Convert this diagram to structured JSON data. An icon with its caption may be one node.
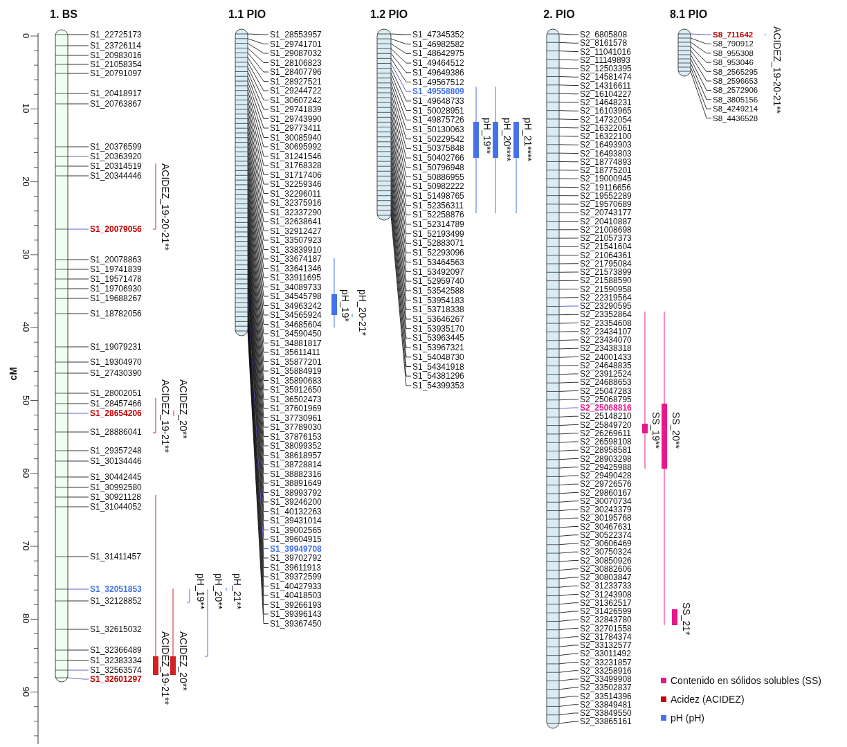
{
  "diagram": {
    "nodes": [
      {
        "text": [
          "1. BS"
        ]
      },
      {
        "text": [
          "S1_22725173"
        ]
      },
      {
        "text": [
          "S1_23726114"
        ]
      },
      {
        "text": [
          "S1_20983016"
        ]
      },
      {
        "text": [
          "S1_21058354"
        ]
      },
      {
        "text": [
          "S1_20791097"
        ]
      },
      {
        "text": [
          "S1_20418917"
        ]
      },
      {
        "text": [
          "S1_20763867"
        ]
      },
      {
        "text": [
          "S1_20376599"
        ]
      },
      {
        "text": [
          "S1_20363920"
        ]
      },
      {
        "text": [
          "S1_20314519"
        ]
      },
      {
        "text": [
          "S1_20344446"
        ]
      },
      {
        "text": [
          "S1_20079056"
        ]
      },
      {
        "text": [
          "S1_20078863"
        ]
      },
      {
        "text": [
          "S1_19741839"
        ]
      },
      {
        "text": [
          "S1_19571478"
        ]
      },
      {
        "text": [
          "S1_19706930"
        ]
      },
      {
        "text": [
          "S1_19688267"
        ]
      },
      {
        "text": [
          "S1_18782056"
        ]
      },
      {
        "text": [
          "S1_19079231"
        ]
      },
      {
        "text": [
          "S1_19304970"
        ]
      },
      {
        "text": [
          "S1_27430390"
        ]
      },
      {
        "text": [
          "S1_28002051"
        ]
      },
      {
        "text": [
          "S1_28457466"
        ]
      },
      {
        "text": [
          "S1_28654206"
        ]
      },
      {
        "text": [
          "S1_28886041"
        ]
      },
      {
        "text": [
          "S1_29357248"
        ]
      },
      {
        "text": [
          "S1_30134446"
        ]
      },
      {
        "text": [
          "S1_30442445"
        ]
      },
      {
        "text": [
          "S1_30992580"
        ]
      },
      {
        "text": [
          "S1_30921128"
        ]
      },
      {
        "text": [
          "S1_31044052"
        ]
      },
      {
        "text": [
          "S1_31411457"
        ]
      },
      {
        "text": [
          "S1_32051853"
        ]
      },
      {
        "text": [
          "S1_32128852"
        ]
      },
      {
        "text": [
          "S1_32615032"
        ]
      },
      {
        "text": [
          "S1_32366489"
        ]
      },
      {
        "text": [
          "S1_32383334"
        ]
      },
      {
        "text": [
          "S1_32563574"
        ]
      },
      {
        "text": [
          "S1_32601297"
        ]
      },
      {
        "text": [
          "1.1 PIO"
        ]
      },
      {
        "text": [
          "S1_28553957"
        ]
      },
      {
        "text": [
          "S1_29741701"
        ]
      },
      {
        "text": [
          "S1_29087032"
        ]
      },
      {
        "text": [
          "S1_28106823"
        ]
      },
      {
        "text": [
          "S1_28407796"
        ]
      },
      {
        "text": [
          "S1_28927521"
        ]
      },
      {
        "text": [
          "S1_29244722"
        ]
      },
      {
        "text": [
          "S1_30607242"
        ]
      },
      {
        "text": [
          "S1_29741839"
        ]
      },
      {
        "text": [
          "S1_29743990"
        ]
      },
      {
        "text": [
          "S1_29773411"
        ]
      },
      {
        "text": [
          "S1_30085940"
        ]
      },
      {
        "text": [
          "S1_30695992"
        ]
      },
      {
        "text": [
          "S1_31241546"
        ]
      },
      {
        "text": [
          "S1_31768328"
        ]
      },
      {
        "text": [
          "S1_31717406"
        ]
      },
      {
        "text": [
          "S1_32259346"
        ]
      },
      {
        "text": [
          "S1_32296011"
        ]
      },
      {
        "text": [
          "S1_32375916"
        ]
      },
      {
        "text": [
          "S1_32337290"
        ]
      },
      {
        "text": [
          "S1_32638641"
        ]
      },
      {
        "text": [
          "S1_32912427"
        ]
      },
      {
        "text": [
          "S1_33507923"
        ]
      },
      {
        "text": [
          "S1_33839910"
        ]
      },
      {
        "text": [
          "S1_33674187"
        ]
      },
      {
        "text": [
          "S1_33641346"
        ]
      },
      {
        "text": [
          "S1_33911695"
        ]
      },
      {
        "text": [
          "S1_34089733"
        ]
      },
      {
        "text": [
          "S1_34545798"
        ]
      },
      {
        "text": [
          "S1_34963242"
        ]
      },
      {
        "text": [
          "S1_34565924"
        ]
      },
      {
        "text": [
          "S1_34685604"
        ]
      },
      {
        "text": [
          "S1_34590450"
        ]
      },
      {
        "text": [
          "S1_34881817"
        ]
      },
      {
        "text": [
          "S1_35611411"
        ]
      },
      {
        "text": [
          "S1_35877201"
        ]
      },
      {
        "text": [
          "S1_35884919"
        ]
      },
      {
        "text": [
          "S1_35890683"
        ]
      },
      {
        "text": [
          "S1_35912650"
        ]
      },
      {
        "text": [
          "S1_36502473"
        ]
      },
      {
        "text": [
          "S1_37601969"
        ]
      },
      {
        "text": [
          "S1_37730961"
        ]
      },
      {
        "text": [
          "S1_37789030"
        ]
      },
      {
        "text": [
          "S1_37876153"
        ]
      },
      {
        "text": [
          "S1_38099352"
        ]
      },
      {
        "text": [
          "S1_38618957"
        ]
      },
      {
        "text": [
          "S1_38728814"
        ]
      },
      {
        "text": [
          "S1_38882316"
        ]
      },
      {
        "text": [
          "S1_38891649"
        ]
      },
      {
        "text": [
          "S1_38993792"
        ]
      },
      {
        "text": [
          "S1_39246200"
        ]
      },
      {
        "text": [
          "S1_40132263"
        ]
      },
      {
        "text": [
          "S1_39431014"
        ]
      },
      {
        "text": [
          "S1_39002565"
        ]
      },
      {
        "text": [
          "S1_39604915"
        ]
      },
      {
        "text": [
          "S1_39949708"
        ]
      },
      {
        "text": [
          "S1_39702792"
        ]
      },
      {
        "text": [
          "S1_39611913"
        ]
      },
      {
        "text": [
          "S1_39372599"
        ]
      },
      {
        "text": [
          "S1_40427933"
        ]
      },
      {
        "text": [
          "S1_40418503"
        ]
      },
      {
        "text": [
          "S1_39266193"
        ]
      },
      {
        "text": [
          "S1_39396143"
        ]
      },
      {
        "text": [
          "S1_39367450"
        ]
      },
      {
        "text": [
          "1.2 PIO"
        ]
      },
      {
        "text": [
          "S1_47345352"
        ]
      },
      {
        "text": [
          "S1_46982582"
        ]
      },
      {
        "text": [
          "S1_48642975"
        ]
      },
      {
        "text": [
          "S1_49464512"
        ]
      },
      {
        "text": [
          "S1_49649386"
        ]
      },
      {
        "text": [
          "S1_49567512"
        ]
      },
      {
        "text": [
          "S1_49558809"
        ]
      },
      {
        "text": [
          "S1_49648733"
        ]
      },
      {
        "text": [
          "S1_50028951"
        ]
      },
      {
        "text": [
          "S1_49875726"
        ]
      },
      {
        "text": [
          "S1_50130063"
        ]
      },
      {
        "text": [
          "S1_50229542"
        ]
      },
      {
        "text": [
          "S1_50375848"
        ]
      },
      {
        "text": [
          "S1_50402766"
        ]
      },
      {
        "text": [
          "S1_50796948"
        ]
      },
      {
        "text": [
          "S1_50886955"
        ]
      },
      {
        "text": [
          "S1_50982222"
        ]
      },
      {
        "text": [
          "S1_51498765"
        ]
      },
      {
        "text": [
          "S1_52356311"
        ]
      },
      {
        "text": [
          "S1_52258876"
        ]
      },
      {
        "text": [
          "S1_52314789"
        ]
      },
      {
        "text": [
          "S1_52193499"
        ]
      },
      {
        "text": [
          "S1_52883071"
        ]
      },
      {
        "text": [
          "S1_52293096"
        ]
      },
      {
        "text": [
          "S1_53464563"
        ]
      },
      {
        "text": [
          "S1_53492097"
        ]
      },
      {
        "text": [
          "S1_52959740"
        ]
      },
      {
        "text": [
          "S1_53542588"
        ]
      },
      {
        "text": [
          "S1_53954183"
        ]
      },
      {
        "text": [
          "S1_53718338"
        ]
      },
      {
        "text": [
          "S1_53646267"
        ]
      },
      {
        "text": [
          "S1_53935170"
        ]
      },
      {
        "text": [
          "S1_53963445"
        ]
      },
      {
        "text": [
          "S1_53967321"
        ]
      },
      {
        "text": [
          "S1_54048730"
        ]
      },
      {
        "text": [
          "S1_54341918"
        ]
      },
      {
        "text": [
          "S1_54381296"
        ]
      },
      {
        "text": [
          "S1_54399353"
        ]
      },
      {
        "text": [
          "2. PIO"
        ]
      },
      {
        "text": [
          "S2_6805808"
        ]
      },
      {
        "text": [
          "S2_8161578"
        ]
      },
      {
        "text": [
          "S2_11041016"
        ]
      },
      {
        "text": [
          "S2_11149893"
        ]
      },
      {
        "text": [
          "S2_12503395"
        ]
      },
      {
        "text": [
          "S2_14581474"
        ]
      },
      {
        "text": [
          "S2_14316611"
        ]
      },
      {
        "text": [
          "S2_16104227"
        ]
      },
      {
        "text": [
          "S2_14648231"
        ]
      },
      {
        "text": [
          "S2_16103965"
        ]
      },
      {
        "text": [
          "S2_14732054"
        ]
      },
      {
        "text": [
          "S2_16322061"
        ]
      },
      {
        "text": [
          "S2_16322100"
        ]
      },
      {
        "text": [
          "S2_16493903"
        ]
      },
      {
        "text": [
          "S2_16493803"
        ]
      },
      {
        "text": [
          "S2_18774893"
        ]
      },
      {
        "text": [
          "S2_18775201"
        ]
      },
      {
        "text": [
          "S2_19000945"
        ]
      },
      {
        "text": [
          "S2_19116656"
        ]
      },
      {
        "text": [
          "S2_19552289"
        ]
      },
      {
        "text": [
          "S2_19570689"
        ]
      },
      {
        "text": [
          "S2_20743177"
        ]
      },
      {
        "text": [
          "S2_20410887"
        ]
      },
      {
        "text": [
          "S2_21008698"
        ]
      },
      {
        "text": [
          "S2_21057373"
        ]
      },
      {
        "text": [
          "S2_21541604"
        ]
      },
      {
        "text": [
          "S2_21064361"
        ]
      },
      {
        "text": [
          "S2_21795084"
        ]
      },
      {
        "text": [
          "S2_21573899"
        ]
      },
      {
        "text": [
          "S2_21588590"
        ]
      },
      {
        "text": [
          "S2_21590958"
        ]
      },
      {
        "text": [
          "S2_22319564"
        ]
      },
      {
        "text": [
          "S2_23290595"
        ]
      },
      {
        "text": [
          "S2_23352864"
        ]
      },
      {
        "text": [
          "S2_23354608"
        ]
      },
      {
        "text": [
          "S2_23434107"
        ]
      },
      {
        "text": [
          "S2_23434070"
        ]
      },
      {
        "text": [
          "S2_23438318"
        ]
      },
      {
        "text": [
          "S2_24001433"
        ]
      },
      {
        "text": [
          "S2_24648835"
        ]
      },
      {
        "text": [
          "S2_23912524"
        ]
      },
      {
        "text": [
          "S2_24688653"
        ]
      },
      {
        "text": [
          "S2_25047283"
        ]
      },
      {
        "text": [
          "S2_25068795"
        ]
      },
      {
        "text": [
          "S2_25068816"
        ]
      },
      {
        "text": [
          "S2_25148210"
        ]
      },
      {
        "text": [
          "S2_25849720"
        ]
      },
      {
        "text": [
          "S2_26269611"
        ]
      },
      {
        "text": [
          "S2_26598108"
        ]
      },
      {
        "text": [
          "S2_28958581"
        ]
      },
      {
        "text": [
          "S2_28903298"
        ]
      },
      {
        "text": [
          "S2_29425988"
        ]
      },
      {
        "text": [
          "S2_29490428"
        ]
      },
      {
        "text": [
          "S2_29726576"
        ]
      },
      {
        "text": [
          "S2_29860167"
        ]
      },
      {
        "text": [
          "S2_30070734"
        ]
      },
      {
        "text": [
          "S2_30243379"
        ]
      },
      {
        "text": [
          "S2_30195768"
        ]
      },
      {
        "text": [
          "S2_30467631"
        ]
      },
      {
        "text": [
          "S2_30522374"
        ]
      },
      {
        "text": [
          "S2_30606469"
        ]
      },
      {
        "text": [
          "S2_30750324"
        ]
      },
      {
        "text": [
          "S2_30850926"
        ]
      },
      {
        "text": [
          "S2_30882606"
        ]
      },
      {
        "text": [
          "S2_30803847"
        ]
      },
      {
        "text": [
          "S2_31233733"
        ]
      },
      {
        "text": [
          "S2_31243908"
        ]
      },
      {
        "text": [
          "S2_31362517"
        ]
      },
      {
        "text": [
          "S2_31426599"
        ]
      },
      {
        "text": [
          "S2_32843780"
        ]
      },
      {
        "text": [
          "S2_32701558"
        ]
      },
      {
        "text": [
          "S2_31784374"
        ]
      },
      {
        "text": [
          "S2_33132577"
        ]
      },
      {
        "text": [
          "S2_33011492"
        ]
      },
      {
        "text": [
          "S2_33231857"
        ]
      },
      {
        "text": [
          "S2_33258916"
        ]
      },
      {
        "text": [
          "S2_33499908"
        ]
      },
      {
        "text": [
          "S2_33502837"
        ]
      },
      {
        "text": [
          "S2_33514396"
        ]
      },
      {
        "text": [
          "S2_33849481"
        ]
      },
      {
        "text": [
          "S2_33849550"
        ]
      },
      {
        "text": [
          "S2_33865161"
        ]
      },
      {
        "text": [
          "8.1 PIO"
        ]
      },
      {
        "text": [
          "S8_711642"
        ]
      },
      {
        "text": [
          "S8_790912"
        ]
      },
      {
        "text": [
          "S8_955308"
        ]
      },
      {
        "text": [
          "S8_953046"
        ]
      },
      {
        "text": [
          "S8_2565295"
        ]
      },
      {
        "text": [
          "S8_2596653"
        ]
      },
      {
        "text": [
          "S8_2572906"
        ]
      },
      {
        "text": [
          "S8_3805156"
        ]
      },
      {
        "text": [
          "S8_4249214"
        ]
      },
      {
        "text": [
          "S8_4436528"
        ]
      }
    ],
    "edges": [
      {
        "from": 1,
        "to": 0,
        "arrow": "none"
      },
      {
        "from": 2,
        "to": 0,
        "arrow": "none"
      },
      {
        "from": 3,
        "to": 0,
        "arrow": "none"
      },
      {
        "from": 4,
        "to": 0,
        "arrow": "none"
      },
      {
        "from": 5,
        "to": 0,
        "arrow": "none"
      },
      {
        "from": 6,
        "to": 0,
        "arrow": "none"
      },
      {
        "from": 7,
        "to": 0,
        "arrow": "none"
      },
      {
        "from": 8,
        "to": 0,
        "arrow": "none"
      },
      {
        "from": 9,
        "to": 0,
        "arrow": "none",
        "color": "#3a3ac8"
      },
      {
        "from": 10,
        "to": 0,
        "arrow": "none"
      },
      {
        "from": 11,
        "to": 0,
        "arrow": "none"
      },
      {
        "from": 12,
        "to": 0,
        "arrow": "none",
        "color": "#3a3ac8"
      },
      {
        "from": 13,
        "to": 0,
        "arrow": "none"
      },
      {
        "from": 14,
        "to": 0,
        "arrow": "none"
      },
      {
        "from": 15,
        "to": 0,
        "arrow": "none"
      },
      {
        "from": 16,
        "to": 0,
        "arrow": "none"
      },
      {
        "from": 17,
        "to": 0,
        "arrow": "none"
      },
      {
        "from": 18,
        "to": 0,
        "arrow": "none"
      },
      {
        "from": 19,
        "to": 0,
        "arrow": "none"
      },
      {
        "from": 20,
        "to": 0,
        "arrow": "none"
      },
      {
        "from": 21,
        "to": 0,
        "arrow": "none"
      },
      {
        "from": 22,
        "to": 0,
        "arrow": "none"
      },
      {
        "from": 23,
        "to": 0,
        "arrow": "none"
      },
      {
        "from": 24,
        "to": 0,
        "arrow": "none",
        "color": "#3a3ac8"
      },
      {
        "from": 25,
        "to": 0,
        "arrow": "none"
      },
      {
        "from": 26,
        "to": 0,
        "arrow": "none"
      },
      {
        "from": 27,
        "to": 0,
        "arrow": "none"
      },
      {
        "from": 28,
        "to": 0,
        "arrow": "none"
      },
      {
        "from": 29,
        "to": 0,
        "arrow": "none"
      },
      {
        "from": 30,
        "to": 0,
        "arrow": "none"
      },
      {
        "from": 31,
        "to": 0,
        "arrow": "none"
      },
      {
        "from": 32,
        "to": 0,
        "arrow": "none"
      },
      {
        "from": 33,
        "to": 0,
        "arrow": "none",
        "color": "#3a3ac8"
      },
      {
        "from": 34,
        "to": 0,
        "arrow": "none"
      },
      {
        "from": 35,
        "to": 0,
        "arrow": "none"
      },
      {
        "from": 36,
        "to": 0,
        "arrow": "none"
      },
      {
        "from": 37,
        "to": 0,
        "arrow": "none"
      },
      {
        "from": 38,
        "to": 0,
        "arrow": "none",
        "color": "#3a3ac8"
      },
      {
        "from": 39,
        "to": 0,
        "arrow": "none",
        "color": "#3a3ac8"
      },
      {
        "from": 41,
        "to": 40,
        "arrow": "none"
      },
      {
        "from": 42,
        "to": 40,
        "arrow": "none"
      },
      {
        "from": 43,
        "to": 40,
        "arrow": "none"
      },
      {
        "from": 44,
        "to": 40,
        "arrow": "none"
      },
      {
        "from": 45,
        "to": 40,
        "arrow": "none"
      },
      {
        "from": 46,
        "to": 40,
        "arrow": "none"
      },
      {
        "from": 47,
        "to": 40,
        "arrow": "none"
      },
      {
        "from": 48,
        "to": 40,
        "arrow": "none"
      },
      {
        "from": 49,
        "to": 40,
        "arrow": "none"
      },
      {
        "from": 50,
        "to": 40,
        "arrow": "none"
      },
      {
        "from": 51,
        "to": 40,
        "arrow": "none"
      },
      {
        "from": 52,
        "to": 40,
        "arrow": "none"
      },
      {
        "from": 53,
        "to": 40,
        "arrow": "none"
      },
      {
        "from": 54,
        "to": 40,
        "arrow": "none"
      },
      {
        "from": 55,
        "to": 40,
        "arrow": "none"
      },
      {
        "from": 56,
        "to": 40,
        "arrow": "none"
      },
      {
        "from": 57,
        "to": 40,
        "arrow": "none"
      },
      {
        "from": 58,
        "to": 40,
        "arrow": "none"
      },
      {
        "from": 59,
        "to": 40,
        "arrow": "none"
      },
      {
        "from": 60,
        "to": 40,
        "arrow": "none"
      },
      {
        "from": 61,
        "to": 40,
        "arrow": "none"
      },
      {
        "from": 62,
        "to": 40,
        "arrow": "none"
      },
      {
        "from": 63,
        "to": 40,
        "arrow": "none"
      },
      {
        "from": 64,
        "to": 40,
        "arrow": "none"
      },
      {
        "from": 65,
        "to": 40,
        "arrow": "none"
      },
      {
        "from": 66,
        "to": 40,
        "arrow": "none"
      },
      {
        "from": 67,
        "to": 40,
        "arrow": "none"
      },
      {
        "from": 68,
        "to": 40,
        "arrow": "none"
      },
      {
        "from": 69,
        "to": 40,
        "arrow": "none"
      },
      {
        "from": 70,
        "to": 40,
        "arrow": "none"
      },
      {
        "from": 71,
        "to": 40,
        "arrow": "none"
      },
      {
        "from": 72,
        "to": 40,
        "arrow": "none"
      },
      {
        "from": 73,
        "to": 40,
        "arrow": "none"
      },
      {
        "from": 74,
        "to": 40,
        "arrow": "none"
      },
      {
        "from": 75,
        "to": 40,
        "arrow": "none"
      },
      {
        "from": 76,
        "to": 40,
        "arrow": "none"
      },
      {
        "from": 77,
        "to": 40,
        "arrow": "none"
      },
      {
        "from": 78,
        "to": 40,
        "arrow": "none"
      },
      {
        "from": 79,
        "to": 40,
        "arrow": "none"
      },
      {
        "from": 80,
        "to": 40,
        "arrow": "none"
      },
      {
        "from": 81,
        "to": 40,
        "arrow": "none"
      },
      {
        "from": 82,
        "to": 40,
        "arrow": "none"
      },
      {
        "from": 83,
        "to": 40,
        "arrow": "none"
      },
      {
        "from": 84,
        "to": 40,
        "arrow": "none"
      },
      {
        "from": 85,
        "to": 40,
        "arrow": "none"
      },
      {
        "from": 86,
        "to": 40,
        "arrow": "none"
      },
      {
        "from": 87,
        "to": 40,
        "arrow": "none"
      },
      {
        "from": 88,
        "to": 40,
        "arrow": "none"
      },
      {
        "from": 89,
        "to": 40,
        "arrow": "none"
      },
      {
        "from": 90,
        "to": 40,
        "arrow": "none"
      },
      {
        "from": 91,
        "to": 40,
        "arrow": "none"
      },
      {
        "from": 92,
        "to": 40,
        "arrow": "none"
      },
      {
        "from": 93,
        "to": 40,
        "arrow": "none"
      },
      {
        "from": 94,
        "to": 40,
        "arrow": "none"
      },
      {
        "from": 95,
        "to": 40,
        "arrow": "none"
      },
      {
        "from": 96,
        "to": 40,
        "arrow": "none",
        "color": "#3a3ac8"
      },
      {
        "from": 97,
        "to": 40,
        "arrow": "none"
      },
      {
        "from": 98,
        "to": 40,
        "arrow": "none"
      },
      {
        "from": 99,
        "to": 40,
        "arrow": "none"
      },
      {
        "from": 100,
        "to": 40,
        "arrow": "none"
      },
      {
        "from": 101,
        "to": 40,
        "arrow": "none"
      },
      {
        "from": 102,
        "to": 40,
        "arrow": "none"
      },
      {
        "from": 103,
        "to": 40,
        "arrow": "none"
      },
      {
        "from": 104,
        "to": 40,
        "arrow": "none"
      },
      {
        "from": 106,
        "to": 105,
        "arrow": "none"
      },
      {
        "from": 107,
        "to": 105,
        "arrow": "none"
      },
      {
        "from": 108,
        "to": 105,
        "arrow": "none"
      },
      {
        "from": 109,
        "to": 105,
        "arrow": "none"
      },
      {
        "from": 110,
        "to": 105,
        "arrow": "none"
      },
      {
        "from": 111,
        "to": 105,
        "arrow": "none"
      },
      {
        "from": 112,
        "to": 105,
        "arrow": "none",
        "color": "#3a3ac8"
      },
      {
        "from": 113,
        "to": 105,
        "arrow": "none"
      },
      {
        "from": 114,
        "to": 105,
        "arrow": "none"
      },
      {
        "from": 115,
        "to": 105,
        "arrow": "none"
      },
      {
        "from": 116,
        "to": 105,
        "arrow": "none"
      },
      {
        "from": 117,
        "to": 105,
        "arrow": "none"
      },
      {
        "from": 118,
        "to": 105,
        "arrow": "none"
      },
      {
        "from": 119,
        "to": 105,
        "arrow": "none"
      },
      {
        "from": 120,
        "to": 105,
        "arrow": "none"
      },
      {
        "from": 121,
        "to": 105,
        "arrow": "none"
      },
      {
        "from": 122,
        "to": 105,
        "arrow": "none"
      },
      {
        "from": 123,
        "to": 105,
        "arrow": "none"
      },
      {
        "from": 124,
        "to": 105,
        "arrow": "none"
      },
      {
        "from": 125,
        "to": 105,
        "arrow": "none"
      },
      {
        "from": 126,
        "to": 105,
        "arrow": "none"
      },
      {
        "from": 127,
        "to": 105,
        "arrow": "none"
      },
      {
        "from": 128,
        "to": 105,
        "arrow": "none"
      },
      {
        "from": 129,
        "to": 105,
        "arrow": "none"
      },
      {
        "from": 130,
        "to": 105,
        "arrow": "none"
      },
      {
        "from": 131,
        "to": 105,
        "arrow": "none"
      },
      {
        "from": 132,
        "to": 105,
        "arrow": "none"
      },
      {
        "from": 133,
        "to": 105,
        "arrow": "none"
      },
      {
        "from": 134,
        "to": 105,
        "arrow": "none"
      },
      {
        "from": 135,
        "to": 105,
        "arrow": "none"
      },
      {
        "from": 136,
        "to": 105,
        "arrow": "none"
      },
      {
        "from": 137,
        "to": 105,
        "arrow": "none"
      },
      {
        "from": 138,
        "to": 105,
        "arrow": "none"
      },
      {
        "from": 139,
        "to": 105,
        "arrow": "none"
      },
      {
        "from": 140,
        "to": 105,
        "arrow": "none"
      },
      {
        "from": 141,
        "to": 105,
        "arrow": "none"
      },
      {
        "from": 142,
        "to": 105,
        "arrow": "none"
      },
      {
        "from": 143,
        "to": 105,
        "arrow": "none"
      },
      {
        "from": 145,
        "to": 144,
        "arrow": "none"
      },
      {
        "from": 146,
        "to": 144,
        "arrow": "none"
      },
      {
        "from": 147,
        "to": 144,
        "arrow": "none"
      },
      {
        "from": 148,
        "to": 144,
        "arrow": "none"
      },
      {
        "from": 149,
        "to": 144,
        "arrow": "none"
      },
      {
        "from": 150,
        "to": 144,
        "arrow": "none"
      },
      {
        "from": 151,
        "to": 144,
        "arrow": "none"
      },
      {
        "from": 152,
        "to": 144,
        "arrow": "none"
      },
      {
        "from": 153,
        "to": 144,
        "arrow": "none"
      },
      {
        "from": 154,
        "to": 144,
        "arrow": "none"
      },
      {
        "from": 155,
        "to": 144,
        "arrow": "none"
      },
      {
        "from": 156,
        "to": 144,
        "arrow": "none"
      },
      {
        "from": 157,
        "to": 144,
        "arrow": "none"
      },
      {
        "from": 158,
        "to": 144,
        "arrow": "none"
      },
      {
        "from": 159,
        "to": 144,
        "arrow": "none"
      },
      {
        "from": 160,
        "to": 144,
        "arrow": "none"
      },
      {
        "from": 161,
        "to": 144,
        "arrow": "none"
      },
      {
        "from": 162,
        "to": 144,
        "arrow": "none"
      },
      {
        "from": 163,
        "to": 144,
        "arrow": "none"
      },
      {
        "from": 164,
        "to": 144,
        "arrow": "none"
      },
      {
        "from": 165,
        "to": 144,
        "arrow": "none"
      },
      {
        "from": 166,
        "to": 144,
        "arrow": "none"
      },
      {
        "from": 167,
        "to": 144,
        "arrow": "none"
      },
      {
        "from": 168,
        "to": 144,
        "arrow": "none"
      },
      {
        "from": 169,
        "to": 144,
        "arrow": "none"
      },
      {
        "from": 170,
        "to": 144,
        "arrow": "none"
      },
      {
        "from": 171,
        "to": 144,
        "arrow": "none"
      },
      {
        "from": 172,
        "to": 144,
        "arrow": "none"
      },
      {
        "from": 173,
        "to": 144,
        "arrow": "none"
      },
      {
        "from": 174,
        "to": 144,
        "arrow": "none"
      },
      {
        "from": 175,
        "to": 144,
        "arrow": "none"
      },
      {
        "from": 176,
        "to": 144,
        "arrow": "none"
      },
      {
        "from": 177,
        "to": 144,
        "arrow": "none",
        "color": "#3a3ac8"
      },
      {
        "from": 178,
        "to": 144,
        "arrow": "none"
      },
      {
        "from": 179,
        "to": 144,
        "arrow": "none"
      },
      {
        "from": 180,
        "to": 144,
        "arrow": "none"
      },
      {
        "from": 181,
        "to": 144,
        "arrow": "none"
      },
      {
        "from": 182,
        "to": 144,
        "arrow": "none"
      },
      {
        "from": 183,
        "to": 144,
        "arrow": "none"
      },
      {
        "from": 184,
        "to": 144,
        "arrow": "none"
      },
      {
        "from": 185,
        "to": 144,
        "arrow": "none"
      },
      {
        "from": 186,
        "to": 144,
        "arrow": "none"
      },
      {
        "from": 187,
        "to": 144,
        "arrow": "none"
      },
      {
        "from": 188,
        "to": 144,
        "arrow": "none"
      },
      {
        "from": 189,
        "to": 144,
        "arrow": "none",
        "color": "#3a3ac8"
      },
      {
        "from": 190,
        "to": 144,
        "arrow": "none"
      },
      {
        "from": 191,
        "to": 144,
        "arrow": "none"
      },
      {
        "from": 192,
        "to": 144,
        "arrow": "none"
      },
      {
        "from": 193,
        "to": 144,
        "arrow": "none"
      },
      {
        "from": 194,
        "to": 144,
        "arrow": "none"
      },
      {
        "from": 195,
        "to": 144,
        "arrow": "none"
      },
      {
        "from": 196,
        "to": 144,
        "arrow": "none"
      },
      {
        "from": 197,
        "to": 144,
        "arrow": "none"
      },
      {
        "from": 198,
        "to": 144,
        "arrow": "none"
      },
      {
        "from": 199,
        "to": 144,
        "arrow": "none"
      },
      {
        "from": 200,
        "to": 144,
        "arrow": "none"
      },
      {
        "from": 201,
        "to": 144,
        "arrow": "none"
      },
      {
        "from": 202,
        "to": 144,
        "arrow": "none"
      },
      {
        "from": 203,
        "to": 144,
        "arrow": "none"
      },
      {
        "from": 204,
        "to": 144,
        "arrow": "none"
      },
      {
        "from": 205,
        "to": 144,
        "arrow": "none"
      },
      {
        "from": 206,
        "to": 144,
        "arrow": "none"
      },
      {
        "from": 207,
        "to": 144,
        "arrow": "none"
      },
      {
        "from": 208,
        "to": 144,
        "arrow": "none"
      },
      {
        "from": 209,
        "to": 144,
        "arrow": "none"
      },
      {
        "from": 210,
        "to": 144,
        "arrow": "none"
      },
      {
        "from": 211,
        "to": 144,
        "arrow": "none"
      },
      {
        "from": 212,
        "to": 144,
        "arrow": "none"
      },
      {
        "from": 213,
        "to": 144,
        "arrow": "none"
      },
      {
        "from": 214,
        "to": 144,
        "arrow": "none"
      },
      {
        "from": 215,
        "to": 144,
        "arrow": "none"
      },
      {
        "from": 216,
        "to": 144,
        "arrow": "none"
      },
      {
        "from": 217,
        "to": 144,
        "arrow": "none"
      },
      {
        "from": 218,
        "to": 144,
        "arrow": "none"
      },
      {
        "from": 219,
        "to": 144,
        "arrow": "none"
      },
      {
        "from": 220,
        "to": 144,
        "arrow": "none"
      },
      {
        "from": 221,
        "to": 144,
        "arrow": "none"
      },
      {
        "from": 222,
        "to": 144,
        "arrow": "none"
      },
      {
        "from": 223,
        "to": 144,
        "arrow": "none"
      },
      {
        "from": 224,
        "to": 144,
        "arrow": "none"
      },
      {
        "from": 225,
        "to": 144,
        "arrow": "none"
      },
      {
        "from": 226,
        "to": 144,
        "arrow": "none"
      },
      {
        "from": 228,
        "to": 227,
        "arrow": "none",
        "color": "#3a3ac8"
      },
      {
        "from": 229,
        "to": 227,
        "arrow": "none"
      },
      {
        "from": 230,
        "to": 227,
        "arrow": "none"
      },
      {
        "from": 231,
        "to": 227,
        "arrow": "none"
      },
      {
        "from": 232,
        "to": 227,
        "arrow": "none"
      },
      {
        "from": 233,
        "to": 227,
        "arrow": "none"
      },
      {
        "from": 234,
        "to": 227,
        "arrow": "none"
      },
      {
        "from": 235,
        "to": 227,
        "arrow": "none"
      },
      {
        "from": 236,
        "to": 227,
        "arrow": "none"
      },
      {
        "from": 237,
        "to": 227,
        "arrow": "none"
      }
    ],
    "labels": [
      "cM",
      "0",
      "10",
      "20",
      "30",
      "40",
      "50",
      "60",
      "70",
      "80",
      "90",
      "ACIDEZ_19-20-21**",
      "ACIDEZ_19-21**",
      "ACIDEZ_20**",
      "pH_19**",
      "pH_20**",
      "pH_21**",
      "ACIDEZ_19-21**",
      "ACIDEZ_20**",
      "pH_19*",
      "pH_20-21*",
      "pH_19**",
      "pH_20****",
      "pH_21****",
      "SS_19**",
      "SS_20**",
      "SS_21*",
      "ACIDEZ_19-20-21**"
    ],
    "legend": [
      {
        "text": "Contenido en sólidos solubles (SS)",
        "color": "#e8198b"
      },
      {
        "text": "Acidez (ACIDEZ)",
        "color": "#c00000"
      },
      {
        "text": "pH (pH)",
        "color": "#4472e8"
      }
    ]
  }
}
